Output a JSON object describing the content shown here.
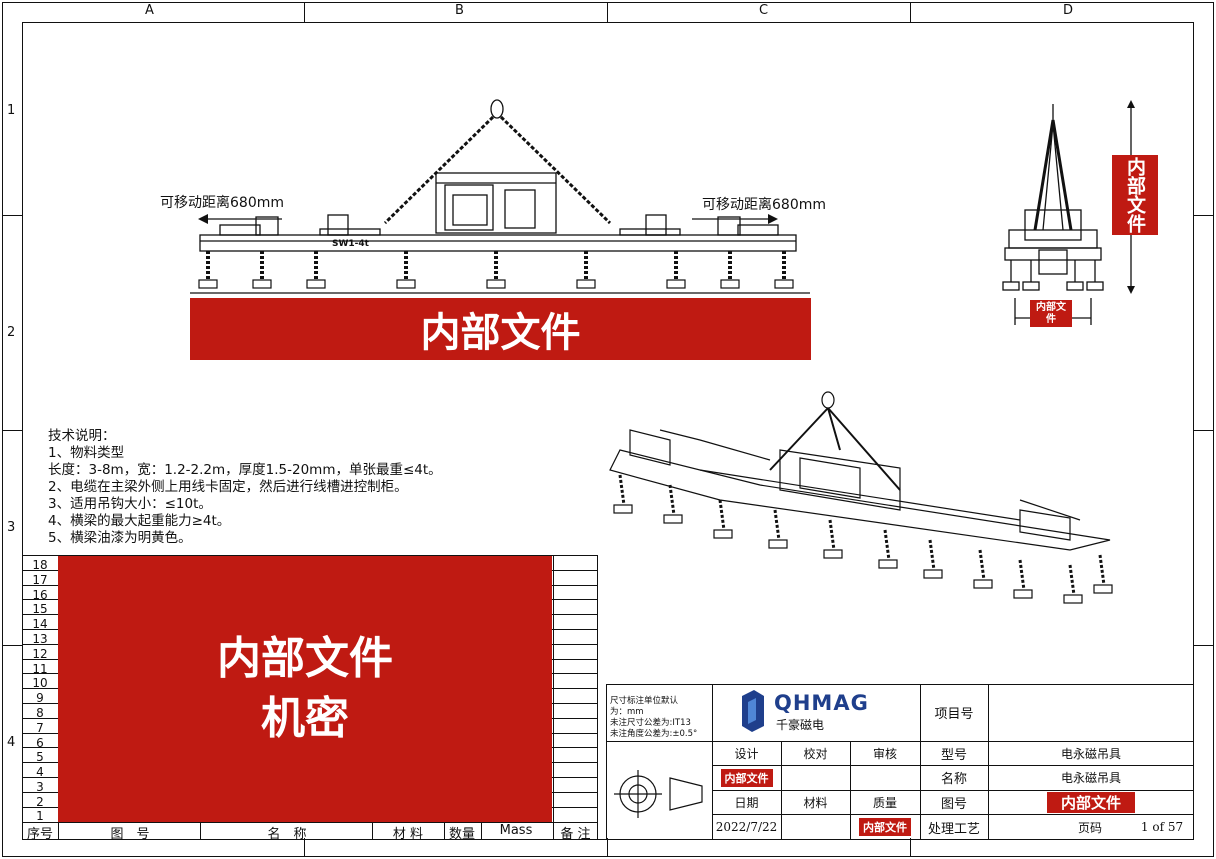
{
  "grid": {
    "columns": [
      "A",
      "B",
      "C",
      "D"
    ],
    "rows": [
      "1",
      "2",
      "3",
      "4"
    ]
  },
  "views": {
    "dim_left": "可移动距离680mm",
    "dim_right": "可移动距离680mm",
    "beam_label": "SW1-4t"
  },
  "watermarks": {
    "front_view": "内部文件",
    "side_view": "内部文件",
    "side_bottom": "内部文件",
    "bom_line1": "内部文件",
    "bom_line2": "机密"
  },
  "tech_notes": {
    "title": "技术说明：",
    "items": [
      "1、物料类型",
      "长度：3-8m，宽：1.2-2.2m，厚度1.5-20mm，单张最重≤4t。",
      "2、电缆在主梁外侧上用线卡固定，然后进行线槽进控制柜。",
      "3、适用吊钩大小：≤10t。",
      "4、横梁的最大起重能力≥4t。",
      "5、横梁油漆为明黄色。"
    ]
  },
  "bom": {
    "row_numbers": [
      "18",
      "17",
      "16",
      "15",
      "14",
      "13",
      "12",
      "11",
      "10",
      "9",
      "8",
      "7",
      "6",
      "5",
      "4",
      "3",
      "2",
      "1"
    ],
    "headers": [
      "序号",
      "图　号",
      "名　称",
      "材 料",
      "数量",
      "Mass",
      "备 注"
    ]
  },
  "title_block": {
    "units_note": [
      "尺寸标注单位默认",
      "为：mm",
      "未注尺寸公差为:IT13",
      "未注角度公差为:±0.5°"
    ],
    "logo_text": "QHMAG",
    "logo_cn": "千豪磁电",
    "project_label": "项目号",
    "project_value": "",
    "design": "设计",
    "check": "校对",
    "review": "审核",
    "model_label": "型号",
    "model_value": "电永磁吊具",
    "name_label": "名称",
    "name_value": "电永磁吊具",
    "date_label": "日期",
    "material_label": "材料",
    "quality_label": "质量",
    "drawing_no_label": "图号",
    "date_value": "2022/7/22",
    "process_label": "处理工艺",
    "page_label": "页码",
    "page_value": "1 of 57",
    "tag_designer": "内部文件",
    "tag_quality": "内部文件",
    "tag_drawing": "内部文件"
  },
  "colors": {
    "accent_red": "#bf1a12",
    "logo_blue": "#1f3f8c"
  }
}
